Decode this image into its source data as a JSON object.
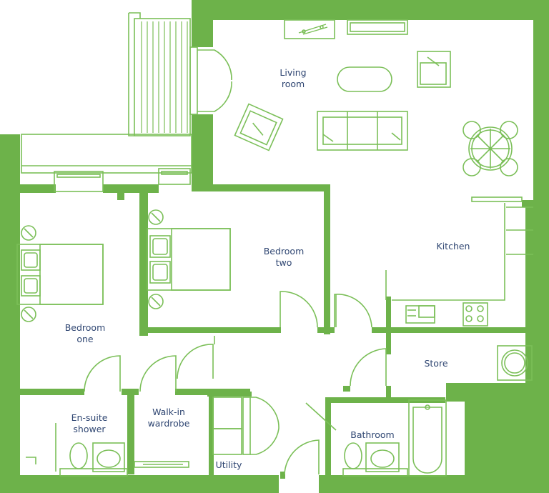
{
  "colors": {
    "wall": "#6db24a",
    "line": "#7bbf58",
    "label": "#2f4672",
    "background": "#ffffff"
  },
  "rooms": {
    "living_room": [
      "Living",
      "room"
    ],
    "kitchen": "Kitchen",
    "bedroom_two": [
      "Bedroom",
      "two"
    ],
    "bedroom_one": [
      "Bedroom",
      "one"
    ],
    "store": "Store",
    "ensuite": [
      "En-suite",
      "shower"
    ],
    "walkin": [
      "Walk-in",
      "wardrobe"
    ],
    "bathroom": "Bathroom",
    "utility": "Utility"
  }
}
